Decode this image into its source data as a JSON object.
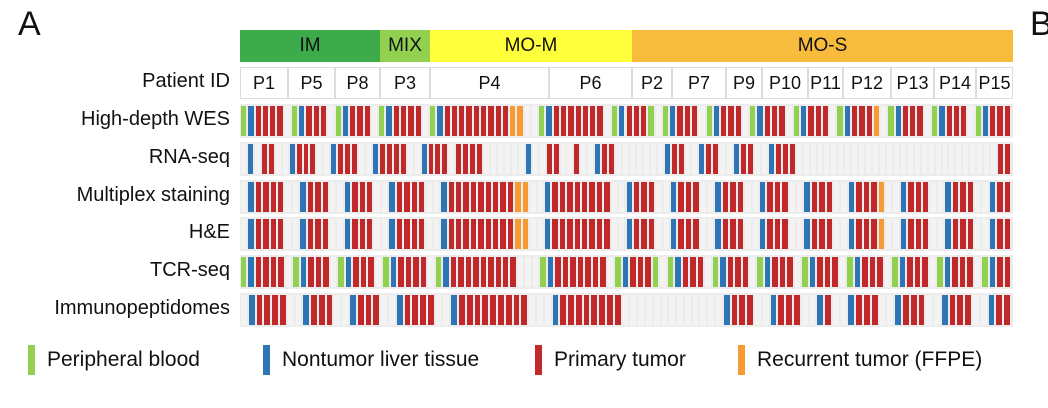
{
  "panel_letter": "A",
  "panel_letter_next": "B",
  "colors": {
    "blood": "#92d050",
    "nontumor": "#2e75b6",
    "primary": "#c0282a",
    "recurrent": "#f79a33",
    "empty": "#f3f3f3"
  },
  "groups": [
    {
      "label": "IM",
      "color": "#3dab4a"
    },
    {
      "label": "MIX",
      "color": "#92d050"
    },
    {
      "label": "MO-M",
      "color": "#ffff3b"
    },
    {
      "label": "MO-S",
      "color": "#f8bc3c"
    }
  ],
  "patient_header": "Patient ID",
  "patients": [
    "P1",
    "P5",
    "P8",
    "P3",
    "P4",
    "P6",
    "P2",
    "P7",
    "P9",
    "P10",
    "P11",
    "P12",
    "P13",
    "P14",
    "P15"
  ],
  "rows": [
    "High-depth WES",
    "RNA-seq",
    "Multiplex staining",
    "H&E",
    "TCR-seq",
    "Immunopeptidomes"
  ],
  "matrix": {
    "High-depth WES": "GBRRRR.GBRRR.GBRRR.GBRRRR.GBRRRRRRRRROO..GBRRRRRRR.GBRRRG.GBRRR.GBRRR.GBRRR.GBRRR.GBRRRO.GBRRR.GBRRR.GBRRR",
    "RNA-seq": ".B.RR..BRRR..BRRR..BRRRR..BRRR.RRRR......B..RR..R..BRR.......BRR..BRR..BRR..BRRR.............................RR",
    "Multiplex staining": ".BRRRR..BRRR..BRRR..BRRRR..BRRRRRRRRROO..BRRRRRRRR..BRRR..BRRR..BRRR..BRRR..BRRR..BRRRO..BRRR..BRRR..BRR",
    "H&E": ".BRRRR..BRRR..BRRR..BRRRR..BRRRRRRRRROO..BRRRRRRRR..BRRR..BRRR..BRRR..BRRR..BRRR..BRRRO..BRRR..BRRR..BRR",
    "TCR-seq": "GBRRRR.GBRRR.GBRRR.GBRRRR.GBRRRRRRRRR...GBRRRRRRR.GBRRRG.GBRRR.GBRRR.GBRRR.GBRRR.GBRRR.GBRRR.GBRRR.GBRR",
    "Immunopeptidomes": ".BRRRR..BRRR..BRRR..BRRRR..BRRRRRRRRR...BRRRRRRRR.............BRRR..BRRR..BR..BRRR..BRRR..BRRR..BRR"
  },
  "legend": [
    {
      "label": "Peripheral blood",
      "color": "#92d050"
    },
    {
      "label": "Nontumor liver tissue",
      "color": "#2e75b6"
    },
    {
      "label": "Primary tumor",
      "color": "#c0282a"
    },
    {
      "label": "Recurrent tumor (FFPE)",
      "color": "#f79a33"
    }
  ]
}
